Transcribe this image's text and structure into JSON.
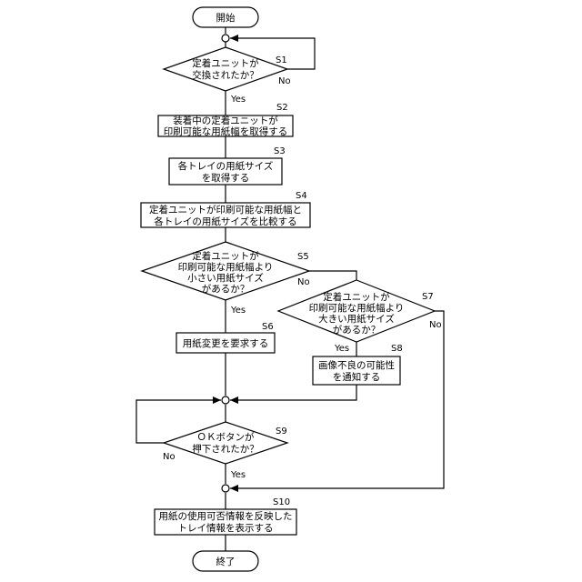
{
  "flowchart": {
    "start": "開始",
    "end": "終了",
    "steps": {
      "s1": {
        "id": "S1",
        "lines": [
          "定着ユニットが",
          "交換されたか？"
        ]
      },
      "s2": {
        "id": "S2",
        "lines": [
          "装着中の定着ユニットが",
          "印刷可能な用紙幅を取得する"
        ]
      },
      "s3": {
        "id": "S3",
        "lines": [
          "各トレイの用紙サイズ",
          "を取得する"
        ]
      },
      "s4": {
        "id": "S4",
        "lines": [
          "定着ユニットが印刷可能な用紙幅と",
          "各トレイの用紙サイズを比較する"
        ]
      },
      "s5": {
        "id": "S5",
        "lines": [
          "定着ユニットが",
          "印刷可能な用紙幅より",
          "小さい用紙サイズ",
          "があるか？"
        ]
      },
      "s6": {
        "id": "S6",
        "lines": [
          "用紙変更を要求する"
        ]
      },
      "s7": {
        "id": "S7",
        "lines": [
          "定着ユニットが",
          "印刷可能な用紙幅より",
          "大きい用紙サイズ",
          "があるか？"
        ]
      },
      "s8": {
        "id": "S8",
        "lines": [
          "画像不良の可能性",
          "を通知する"
        ]
      },
      "s9": {
        "id": "S9",
        "lines": [
          "ＯＫボタンが",
          "押下されたか？"
        ]
      },
      "s10": {
        "id": "S10",
        "lines": [
          "用紙の使用可否情報を反映した",
          "トレイ情報を表示する"
        ]
      }
    },
    "branch_labels": {
      "s1_yes": "Yes",
      "s1_no": "No",
      "s5_yes": "Yes",
      "s5_no": "No",
      "s7_yes": "Yes",
      "s7_no": "No",
      "s9_yes": "Yes",
      "s9_no": "No"
    }
  }
}
